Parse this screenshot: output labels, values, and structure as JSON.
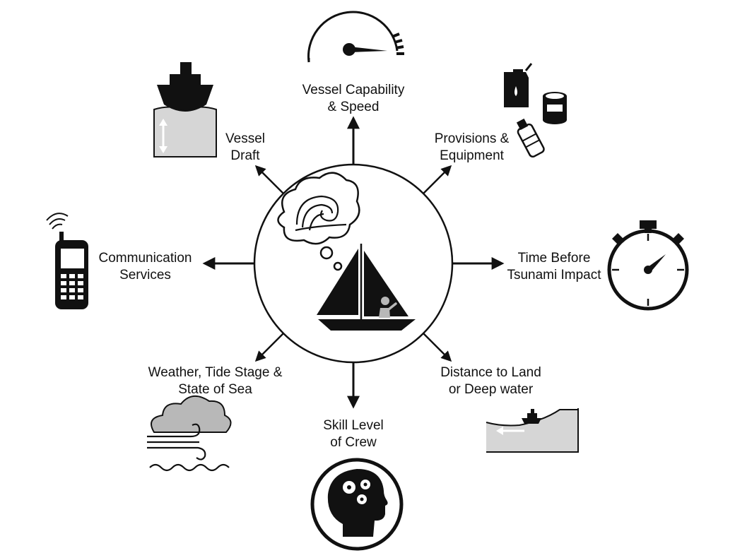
{
  "center": {
    "description_icons": [
      "thought-bubble-icon",
      "wave-icon",
      "sailboat-icon",
      "person-icon"
    ]
  },
  "factors": [
    {
      "id": "vessel-capability",
      "lines": [
        "Vessel Capability",
        "& Speed"
      ],
      "icon": "speedometer-icon"
    },
    {
      "id": "provisions",
      "lines": [
        "Provisions &",
        "Equipment"
      ],
      "icon": "provisions-icon"
    },
    {
      "id": "time-before-impact",
      "lines": [
        "Time Before",
        "Tsunami Impact"
      ],
      "icon": "stopwatch-icon"
    },
    {
      "id": "distance-to-land",
      "lines": [
        "Distance to Land",
        "or Deep water"
      ],
      "icon": "slope-ship-icon"
    },
    {
      "id": "skill-level",
      "lines": [
        "Skill Level",
        "of Crew"
      ],
      "icon": "head-gears-icon"
    },
    {
      "id": "weather",
      "lines": [
        "Weather, Tide Stage &",
        "State of Sea"
      ],
      "icon": "weather-icon"
    },
    {
      "id": "communication",
      "lines": [
        "Communication",
        "Services"
      ],
      "icon": "cellphone-icon"
    },
    {
      "id": "vessel-draft",
      "lines": [
        "Vessel",
        "Draft"
      ],
      "icon": "ship-draft-icon"
    }
  ],
  "colors": {
    "ink": "#111111",
    "grey": "#b8b8b8",
    "light_grey": "#d6d6d6",
    "white": "#ffffff"
  }
}
